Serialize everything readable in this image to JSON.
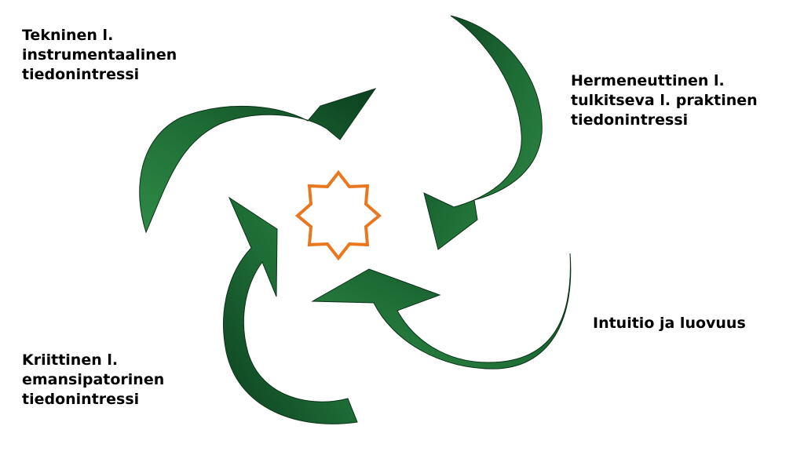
{
  "labels": {
    "technical": [
      "Tekninen l.",
      "instrumentaalinen",
      "tiedonintressi"
    ],
    "hermeneutic": [
      "Hermeneuttinen l.",
      "tulkitseva l.  praktinen",
      "tiedonintressi"
    ],
    "intuition": [
      "Intuitio ja luovuus"
    ],
    "critical": [
      "Kriittinen l.",
      "emansipatorinen",
      "tiedonintressi"
    ]
  },
  "colors": {
    "arrow_dark": "#0c3f20",
    "arrow_mid": "#1e6b35",
    "arrow_light": "#2f8a46",
    "star": "#e8771f",
    "text": "#000000"
  },
  "icons": {
    "center": "eight-point-star-icon",
    "arrows": "curved-arrow-icon"
  }
}
